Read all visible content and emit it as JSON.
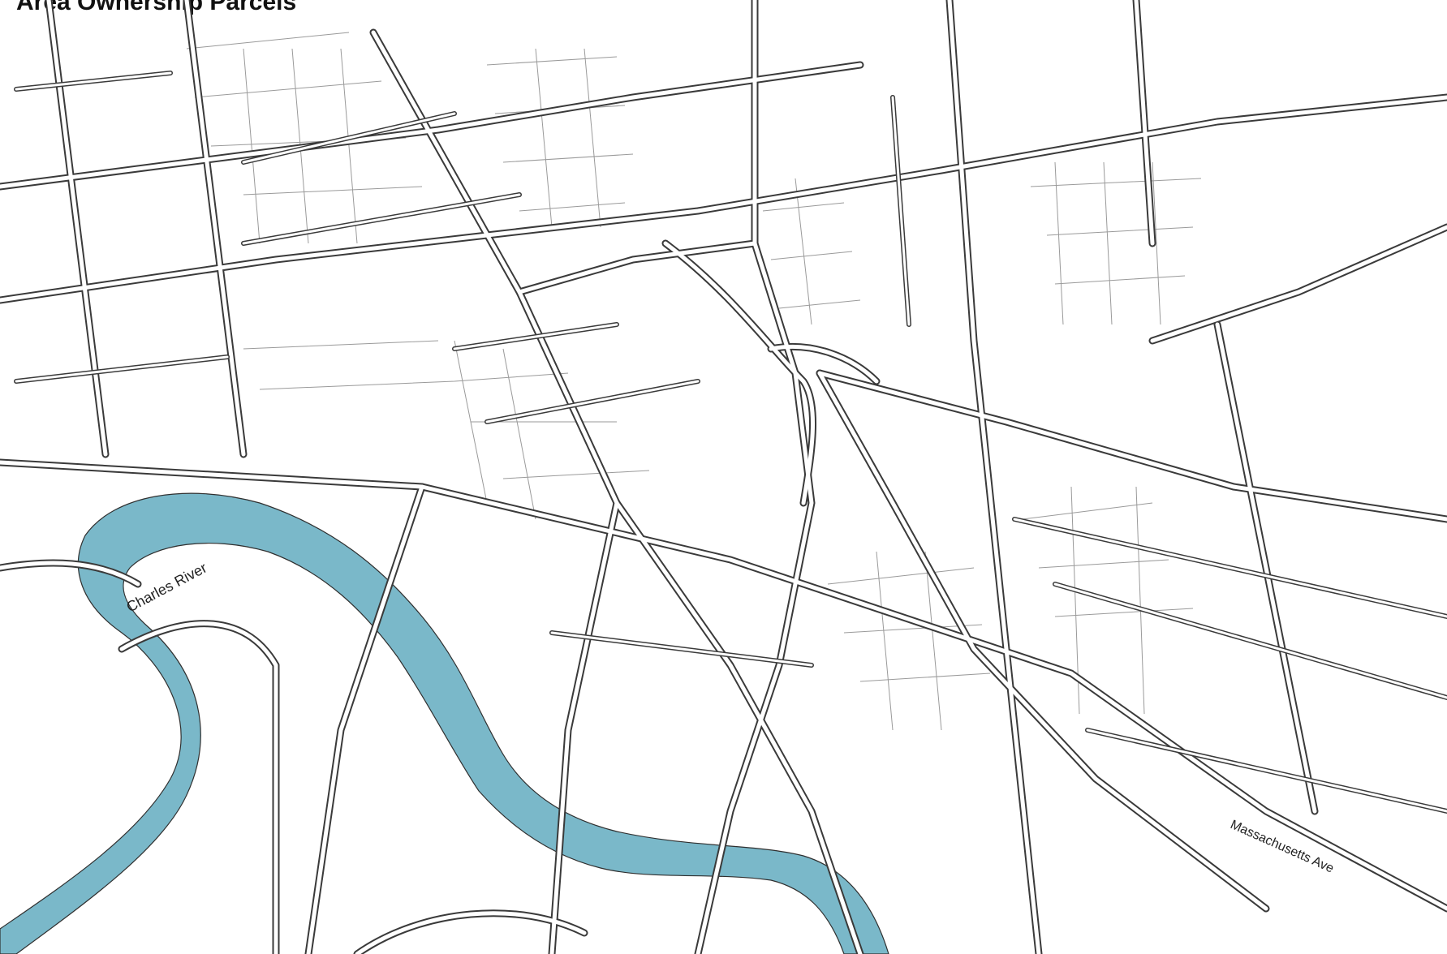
{
  "map": {
    "title": "Area Ownership Parcels",
    "colors": {
      "background": "#ffffff",
      "water": "#7ab8c9",
      "road_casing": "#3a3a3a",
      "road_fill": "#ffffff",
      "parcel_line": "#9a9a9a"
    },
    "labels": {
      "river": "Charles River",
      "avenue": "Massachusetts Ave"
    },
    "features": [
      "river",
      "major-roads",
      "minor-streets",
      "parcel-lines",
      "highway-interchange"
    ]
  }
}
